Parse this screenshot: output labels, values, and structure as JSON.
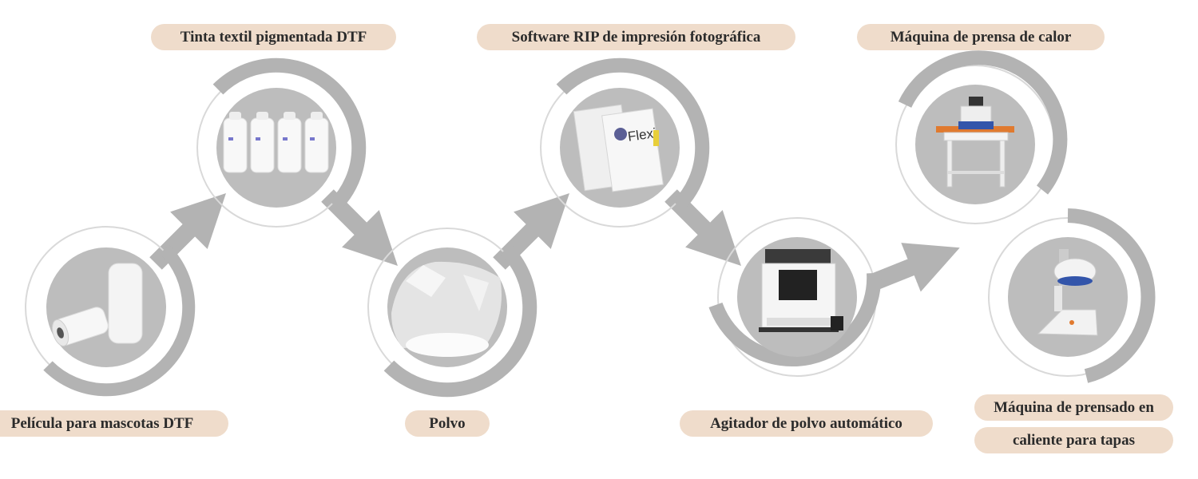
{
  "colors": {
    "ring": "#b3b3b3",
    "ring_light": "#d9d9d9",
    "disc": "#bdbdbd",
    "label_bg": "#efdccb",
    "label_text": "#2b2b2b"
  },
  "steps": [
    {
      "id": "film",
      "label": "Película para mascotas DTF",
      "icon": "film-roll-image"
    },
    {
      "id": "ink",
      "label": "Tinta textil pigmentada DTF",
      "icon": "ink-bottles-image"
    },
    {
      "id": "powder",
      "label": "Polvo",
      "icon": "powder-image"
    },
    {
      "id": "software",
      "label": "Software RIP de impresión fotográfica",
      "icon": "software-box-image"
    },
    {
      "id": "shaker",
      "label": "Agitador de polvo automático",
      "icon": "powder-shaker-machine-image"
    },
    {
      "id": "heat_press",
      "label": "Máquina de prensa de calor",
      "icon": "heat-press-machine-image"
    },
    {
      "id": "cap_press",
      "label_line1": "Máquina de prensado en",
      "label_line2": "caliente para tapas",
      "icon": "cap-press-machine-image"
    }
  ],
  "flexi_logo_text": "Flexi"
}
